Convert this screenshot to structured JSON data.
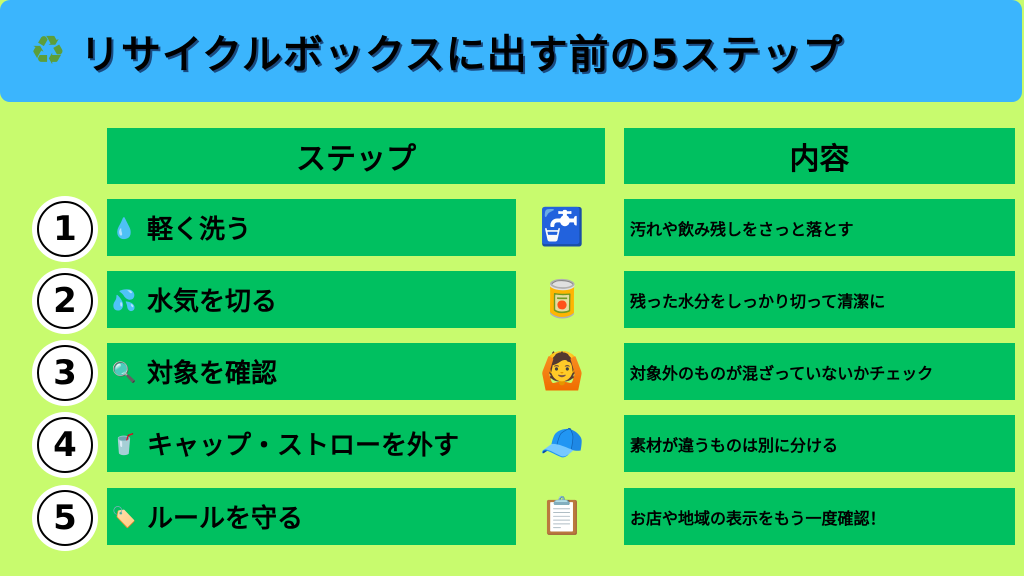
{
  "title": {
    "icon": "recycle-icon",
    "text": "リサイクルボックスに出す前の5ステップ"
  },
  "headers": {
    "step": "ステップ",
    "content": "内容"
  },
  "steps": [
    {
      "num": "1",
      "icon": "droplet-icon",
      "emoji": "💧",
      "label": "軽く洗う",
      "pic": "🚰",
      "desc": "汚れや飲み残しをさっと落とす"
    },
    {
      "num": "2",
      "icon": "sweat-droplets-icon",
      "emoji": "💦",
      "label": "水気を切る",
      "pic": "🥫",
      "desc": "残った水分をしっかり切って清潔に"
    },
    {
      "num": "3",
      "icon": "magnifier-icon",
      "emoji": "🔍",
      "label": "対象を確認",
      "pic": "🙆",
      "desc": "対象外のものが混ざっていないかチェック"
    },
    {
      "num": "4",
      "icon": "cup-with-straw-icon",
      "emoji": "🥤",
      "label": "キャップ・ストローを外す",
      "pic": "🧢",
      "desc": "素材が違うものは別に分ける"
    },
    {
      "num": "5",
      "icon": "label-tag-icon",
      "emoji": "🏷️",
      "label": "ルールを守る",
      "pic": "📋",
      "desc": "お店や地域の表示をもう一度確認！"
    }
  ]
}
